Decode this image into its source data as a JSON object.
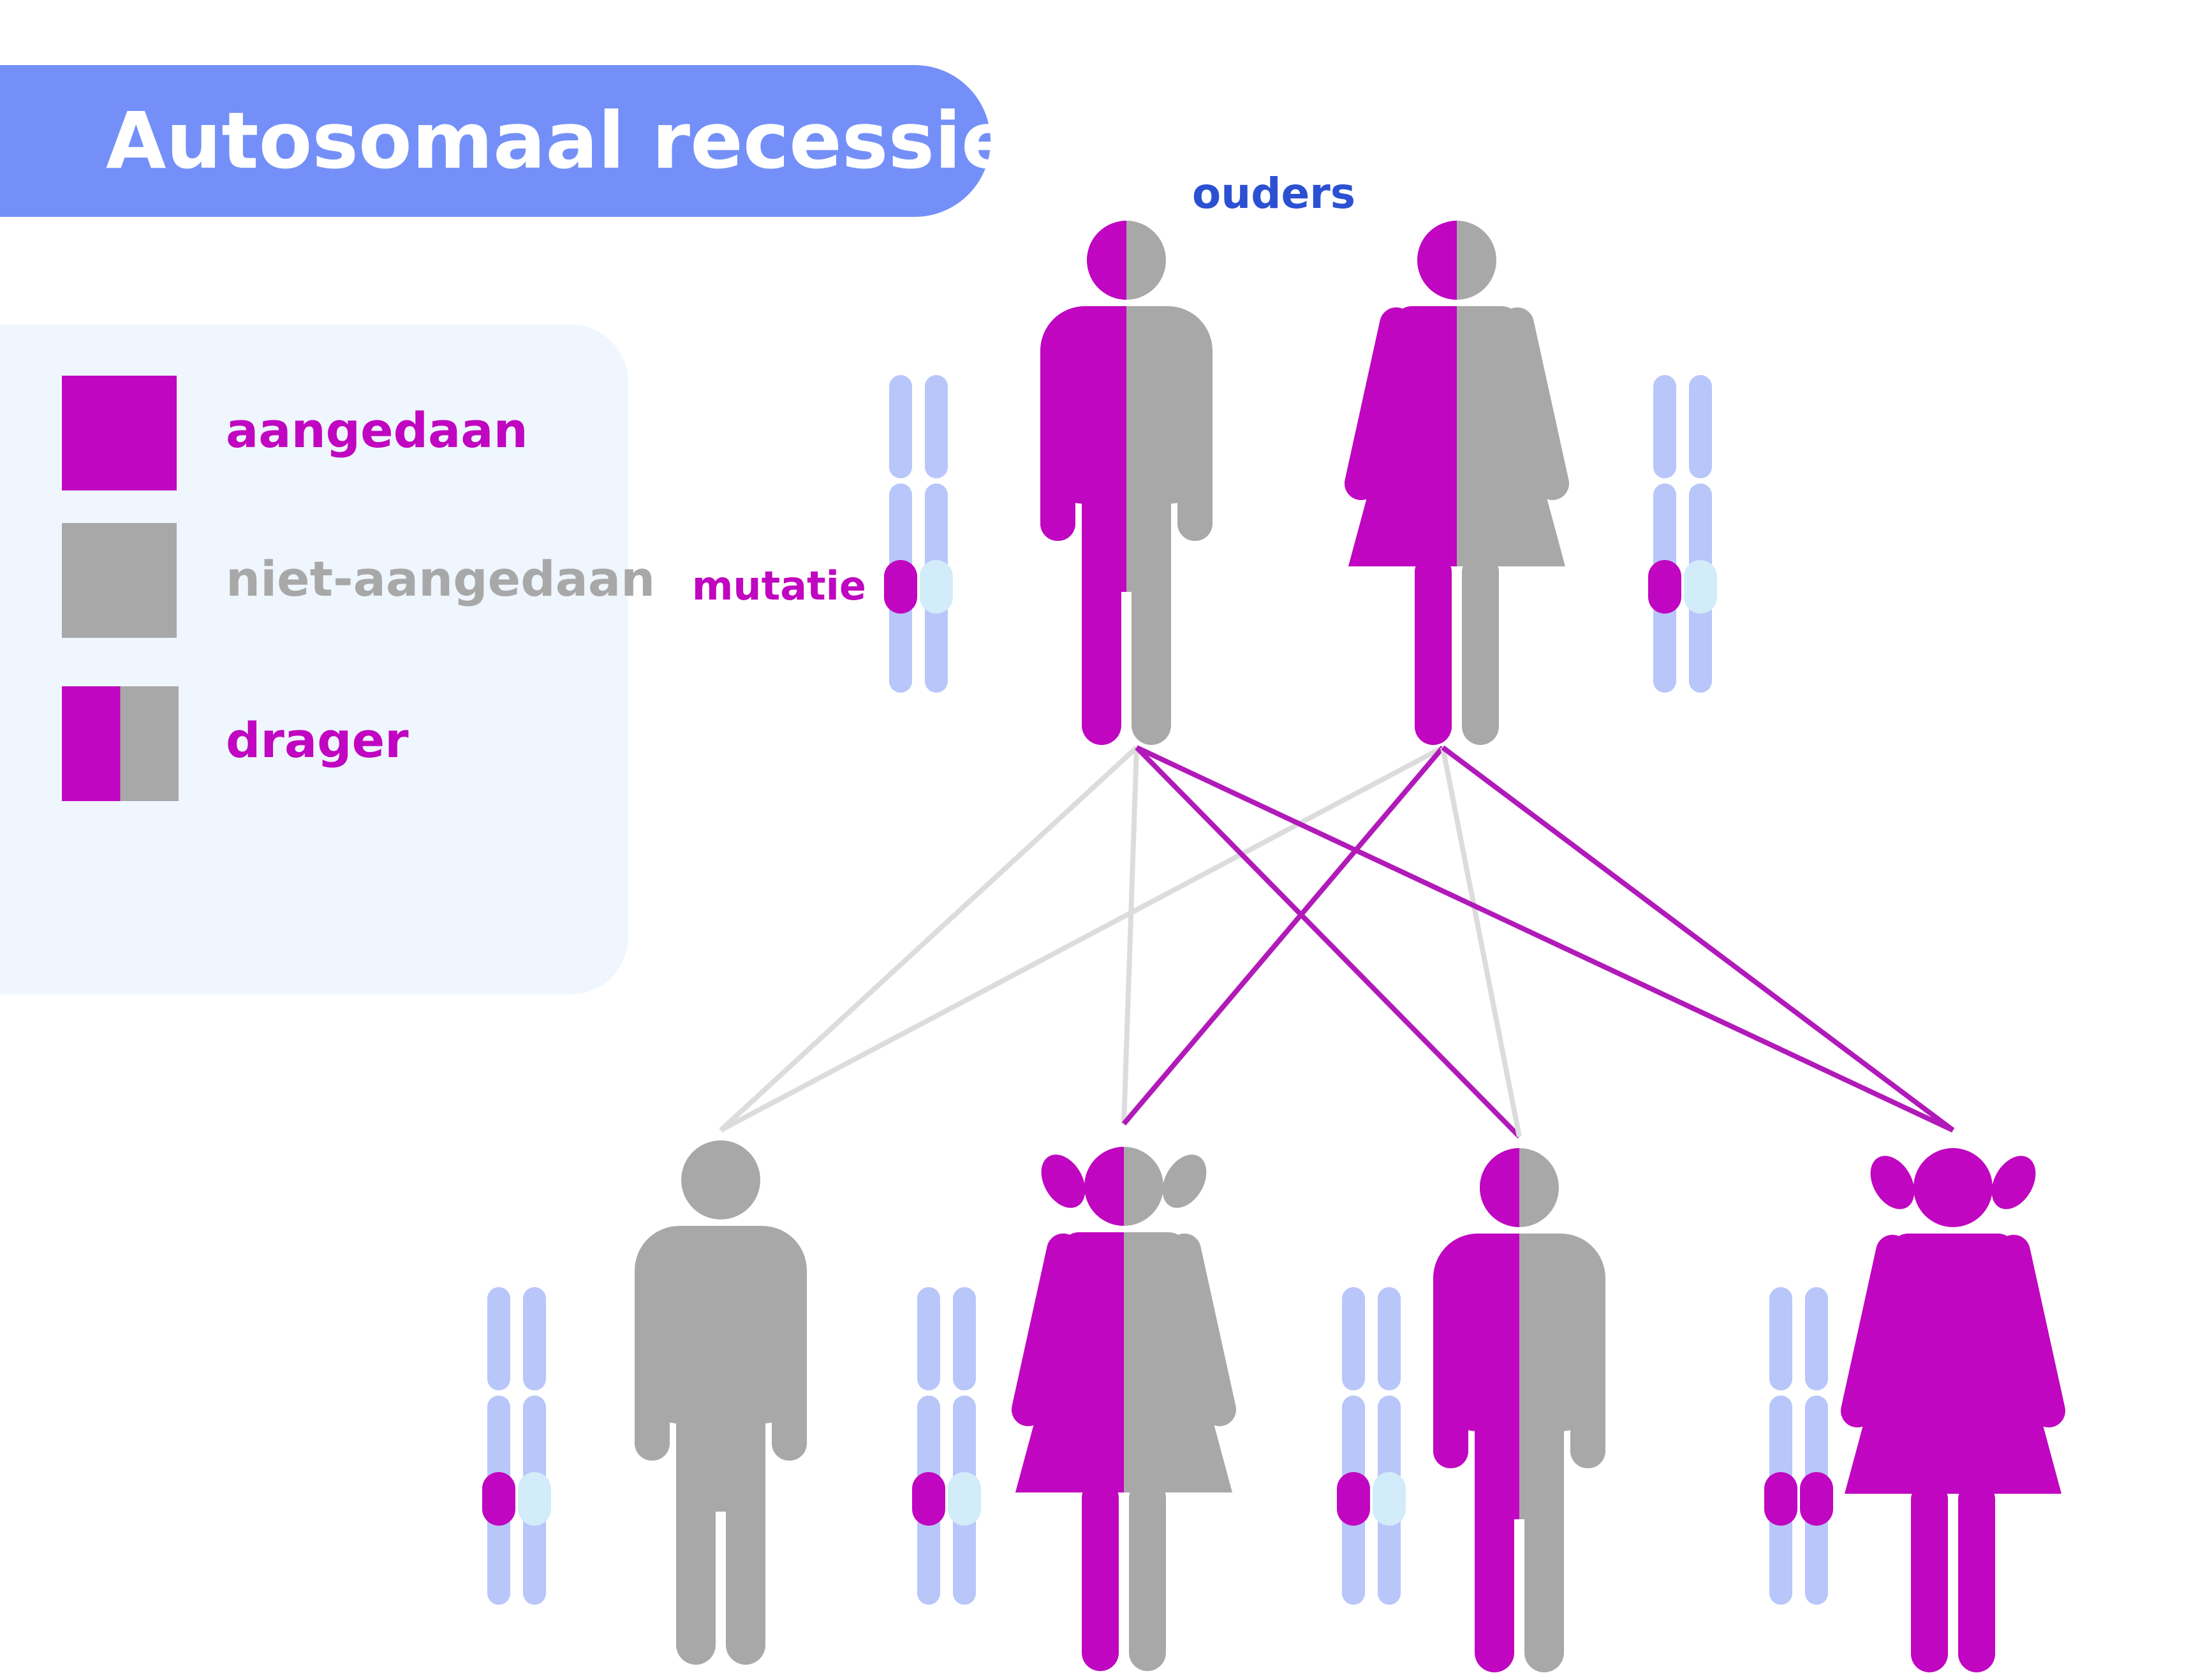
{
  "title": "Autosomaal recessief",
  "parents_label": "ouders",
  "mutation_label": "mutatie",
  "legend": {
    "affected": "aangedaan",
    "unaffected": "niet-aangedaan",
    "carrier": "drager"
  },
  "colors": {
    "title_bg": "#7490f8",
    "legend_bg": "#eff6fe",
    "affected": "#c006c0",
    "unaffected": "#a8a8a8",
    "chromosome": "#b8c6fa",
    "normal_allele": "#d2ecfa",
    "parents_label": "#2b50d2",
    "line_gray": "#dcdcdc",
    "line_purple": "#b11ab9"
  },
  "parents": [
    {
      "sex": "male",
      "status": "carrier"
    },
    {
      "sex": "female",
      "status": "carrier"
    }
  ],
  "children": [
    {
      "sex": "male",
      "status": "unaffected"
    },
    {
      "sex": "female",
      "status": "carrier"
    },
    {
      "sex": "male",
      "status": "carrier"
    },
    {
      "sex": "female",
      "status": "affected"
    }
  ],
  "chromosome_pairs": [
    {
      "owner": "parent-father",
      "alleles": [
        "mutation",
        "normal"
      ]
    },
    {
      "owner": "parent-mother",
      "alleles": [
        "mutation",
        "normal"
      ]
    },
    {
      "owner": "child-1",
      "alleles": [
        "mutation",
        "normal"
      ]
    },
    {
      "owner": "child-2",
      "alleles": [
        "mutation",
        "normal"
      ]
    },
    {
      "owner": "child-3",
      "alleles": [
        "mutation",
        "normal"
      ]
    },
    {
      "owner": "child-4",
      "alleles": [
        "mutation",
        "mutation"
      ]
    }
  ]
}
